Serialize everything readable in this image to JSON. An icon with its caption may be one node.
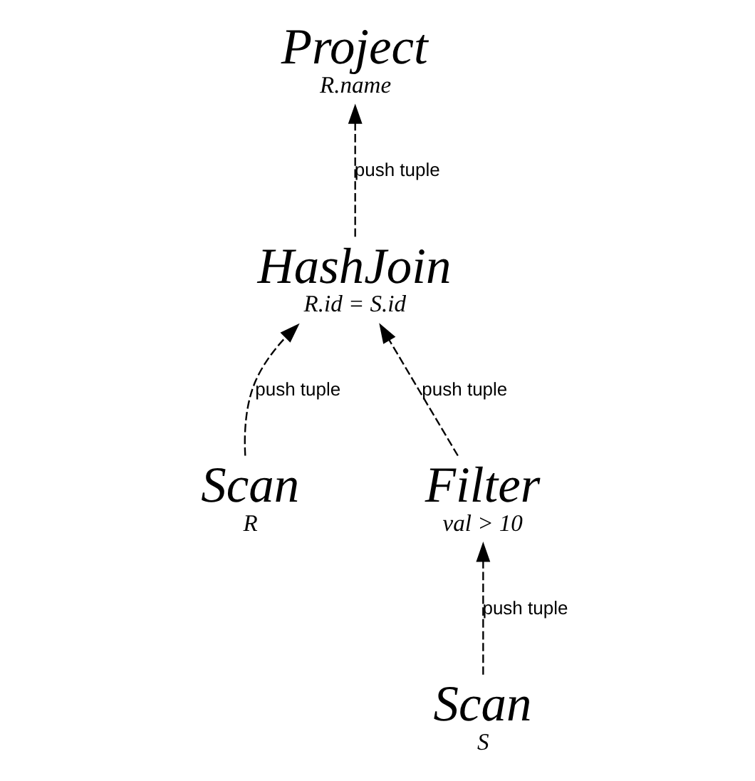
{
  "diagram": {
    "nodes": [
      {
        "text": [
          "Project",
          "R.name"
        ]
      },
      {
        "text": [
          "HashJoin",
          "R.id = S.id"
        ]
      },
      {
        "text": [
          "Scan",
          "R"
        ]
      },
      {
        "text": [
          "Filter",
          "val > 10"
        ]
      },
      {
        "text": [
          "Scan",
          "S"
        ]
      }
    ],
    "edges": [
      {
        "from": 2,
        "to": 1,
        "arrow": "to",
        "style": "dashed",
        "label": "push tuple"
      },
      {
        "from": 3,
        "to": 1,
        "arrow": "to",
        "style": "dashed",
        "label": "push tuple"
      },
      {
        "from": 4,
        "to": 3,
        "arrow": "to",
        "style": "dashed",
        "label": "push tuple"
      },
      {
        "from": 1,
        "to": 0,
        "arrow": "to",
        "style": "dashed",
        "label": "push tuple"
      }
    ]
  }
}
